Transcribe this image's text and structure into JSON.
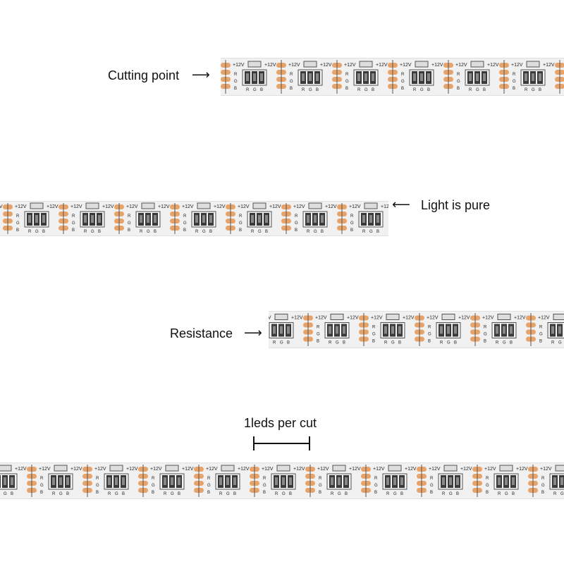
{
  "annotations": {
    "cutting_point": "Cutting point",
    "light_is_pure": "Light is pure",
    "resistance": "Resistance",
    "per_cut": "1leds per cut"
  },
  "strip_labels": {
    "voltage": "+12V",
    "r": "R",
    "g": "G",
    "b": "B"
  },
  "colors": {
    "pad": "#e8a36a",
    "pcb": "#f1f1f1",
    "led": "#3a3a3a"
  },
  "icons": {
    "arrow_right": "arrow-right-icon",
    "arrow_left": "arrow-left-icon"
  }
}
